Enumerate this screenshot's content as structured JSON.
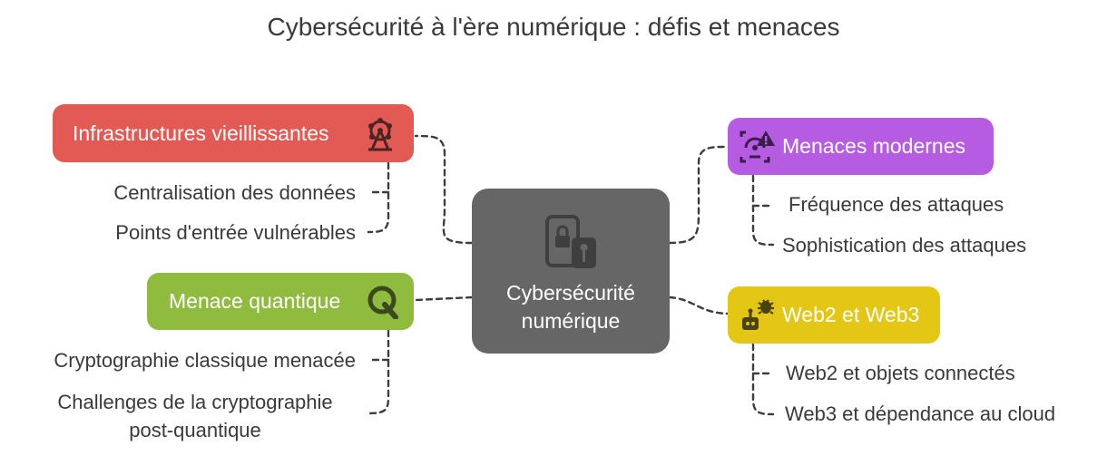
{
  "title": "Cybersécurité à l'ère numérique : défis et menaces",
  "center": {
    "label": "Cybersécurité\nnumérique",
    "icon": "phone-lock-key-icon"
  },
  "branches": {
    "infra": {
      "label": "Infrastructures vieillissantes",
      "color": "#e35a54",
      "icon": "ferris-wheel-icon",
      "items": [
        "Centralisation des données",
        "Points d'entrée vulnérables"
      ]
    },
    "quantum": {
      "label": "Menace quantique",
      "color": "#8fbb3e",
      "icon": "quantum-q-icon",
      "items": [
        "Cryptographie classique menacée",
        "Challenges de la cryptographie\npost-quantique"
      ]
    },
    "modern": {
      "label": "Menaces modernes",
      "color": "#b65ce3",
      "icon": "threat-warning-icon",
      "items": [
        "Fréquence des attaques",
        "Sophistication des attaques"
      ]
    },
    "web": {
      "label": "Web2 et Web3",
      "color": "#e4c715",
      "icon": "robot-bug-icon",
      "items": [
        "Web2 et objets connectés",
        "Web3 et dépendance au cloud"
      ]
    }
  }
}
